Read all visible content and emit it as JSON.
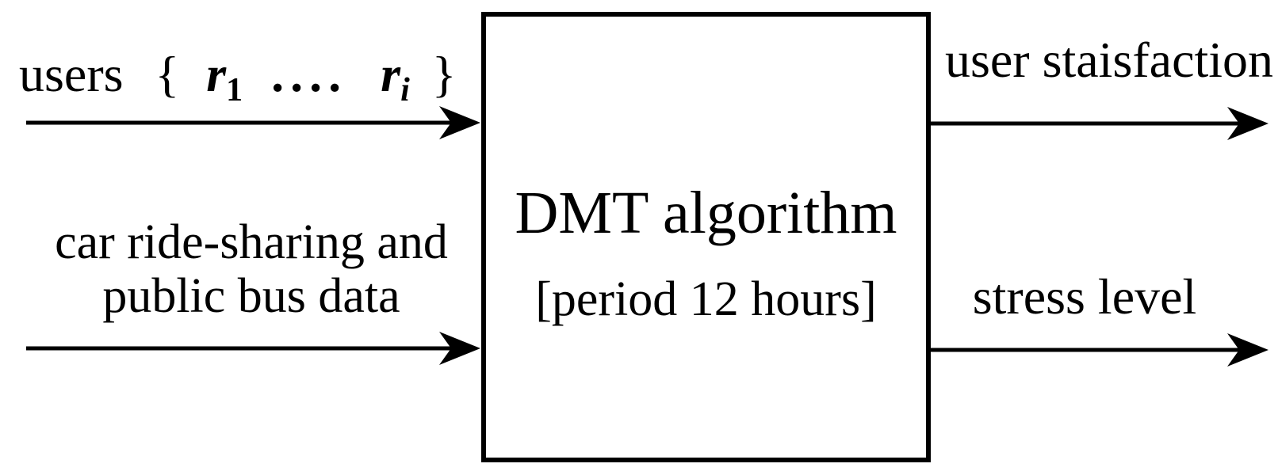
{
  "diagram": {
    "process_box": {
      "title": "DMT algorithm",
      "subtitle": "[period 12 hours]"
    },
    "inputs": {
      "users": {
        "word": "users",
        "brace_open": "{",
        "r_symbol": "r",
        "first_subscript": "1",
        "dots": "....",
        "second_subscript": "i",
        "brace_close": "}"
      },
      "transport_data": {
        "line1": "car ride-sharing and",
        "line2": "public bus data"
      }
    },
    "outputs": {
      "top": "user staisfaction",
      "bottom": "stress level"
    },
    "colors": {
      "ink": "#000000",
      "background": "#ffffff"
    }
  }
}
